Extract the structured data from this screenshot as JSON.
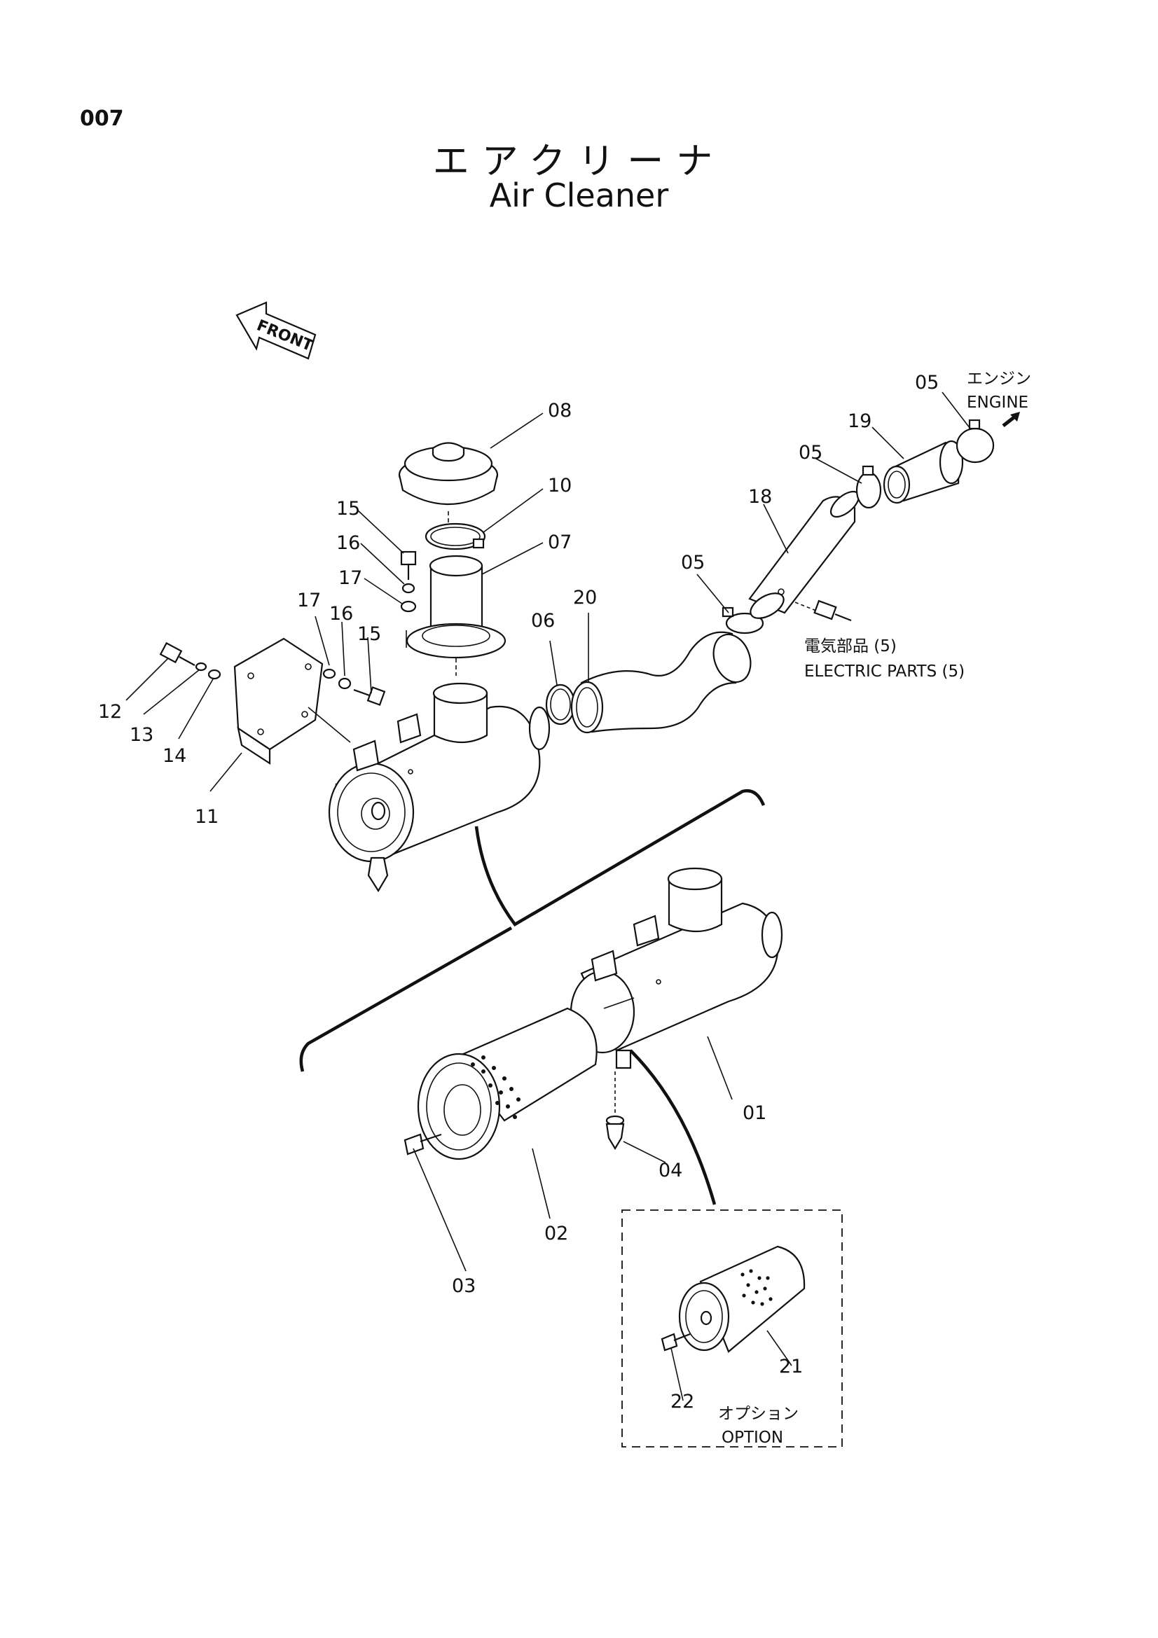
{
  "page_number": "007",
  "title_ja": "エアクリーナ",
  "title_en": "Air Cleaner",
  "front_label": "FRONT",
  "engine_label_ja": "エンジン",
  "engine_label_en": "ENGINE",
  "electric_parts_ja": "電気部品 (5)",
  "electric_parts_en": "ELECTRIC PARTS (5)",
  "option_ja": "オプション",
  "option_en": "OPTION",
  "callouts": {
    "c01": "01",
    "c02": "02",
    "c03": "03",
    "c04": "04",
    "c05a": "05",
    "c05b": "05",
    "c05c": "05",
    "c06": "06",
    "c07": "07",
    "c08": "08",
    "c10": "10",
    "c11": "11",
    "c12": "12",
    "c13": "13",
    "c14": "14",
    "c15a": "15",
    "c15b": "15",
    "c16a": "16",
    "c16b": "16",
    "c17a": "17",
    "c17b": "17",
    "c18": "18",
    "c19": "19",
    "c20": "20",
    "c21": "21",
    "c22": "22"
  }
}
